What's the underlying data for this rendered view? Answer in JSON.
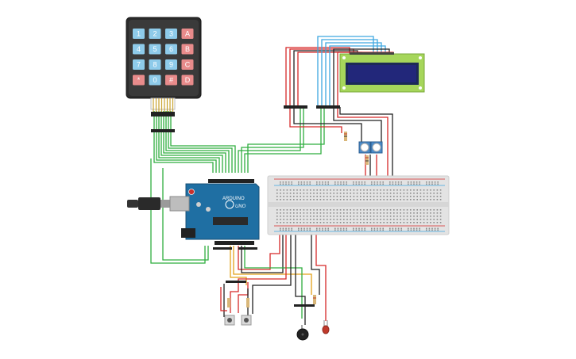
{
  "keypad": {
    "keys": [
      [
        "1",
        "2",
        "3",
        "A"
      ],
      [
        "4",
        "5",
        "6",
        "B"
      ],
      [
        "7",
        "8",
        "9",
        "C"
      ],
      [
        "*",
        "0",
        "#",
        "D"
      ]
    ]
  },
  "arduino": {
    "model_label": "UNO",
    "brand_label": "ARDUINO"
  },
  "colors": {
    "wire_green": "#2fae3f",
    "wire_red": "#d62828",
    "wire_blue": "#3ea7e0",
    "wire_black": "#222222",
    "wire_orange": "#e3a21a",
    "board_blue": "#1f6fa3",
    "lcd_green": "#a6d65b",
    "lcd_screen": "#22277a",
    "key_blue": "#8ecbea",
    "key_red": "#e88b8b",
    "breadboard": "#e3e3e3"
  }
}
